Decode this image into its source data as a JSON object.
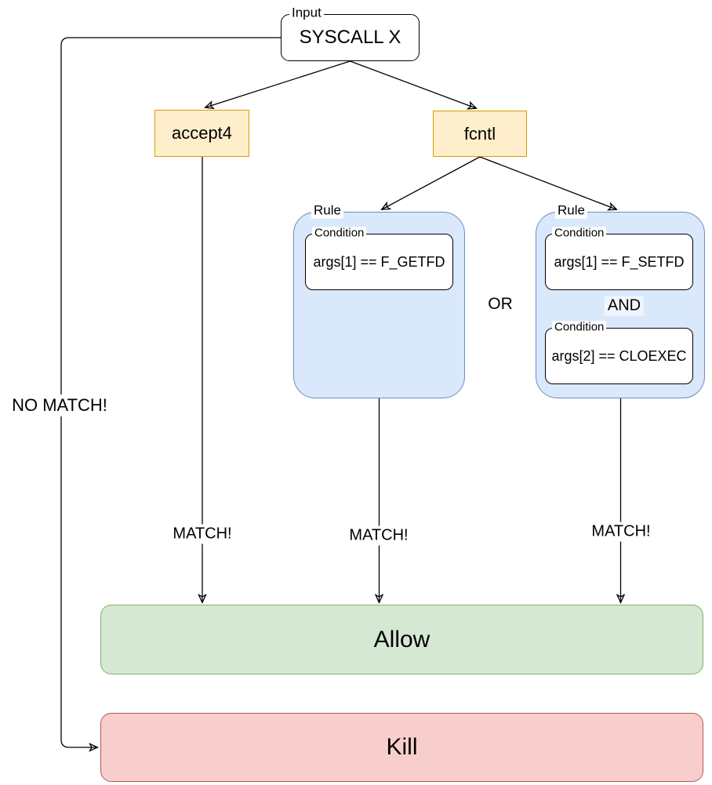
{
  "input": {
    "tag": "Input",
    "text": "SYSCALL X"
  },
  "syscalls": [
    {
      "label": "accept4"
    },
    {
      "label": "fcntl"
    }
  ],
  "rules": [
    {
      "tag": "Rule",
      "conditions": [
        {
          "tag": "Condition",
          "expr": "args[1] == F_GETFD"
        }
      ]
    },
    {
      "tag": "Rule",
      "inner_operator": "AND",
      "conditions": [
        {
          "tag": "Condition",
          "expr": "args[1] == F_SETFD"
        },
        {
          "tag": "Condition",
          "expr": "args[2] == CLOEXEC"
        }
      ]
    }
  ],
  "rules_operator": "OR",
  "edge_labels": {
    "accept4_match": "MATCH!",
    "rule1_match": "MATCH!",
    "rule2_match": "MATCH!",
    "no_match": "NO MATCH!"
  },
  "outcomes": {
    "allow": "Allow",
    "kill": "Kill"
  },
  "colors": {
    "syscall_fill": "#ffeecb",
    "syscall_border": "#d79b00",
    "rule_fill": "#dae8fc",
    "rule_border": "#6c8ebf",
    "condition_fill": "#ffffff",
    "condition_border": "#000000",
    "allow_fill": "#d5e8d4",
    "allow_border": "#82b366",
    "kill_fill": "#f8cecc",
    "kill_border": "#b85450",
    "line": "#000000"
  }
}
